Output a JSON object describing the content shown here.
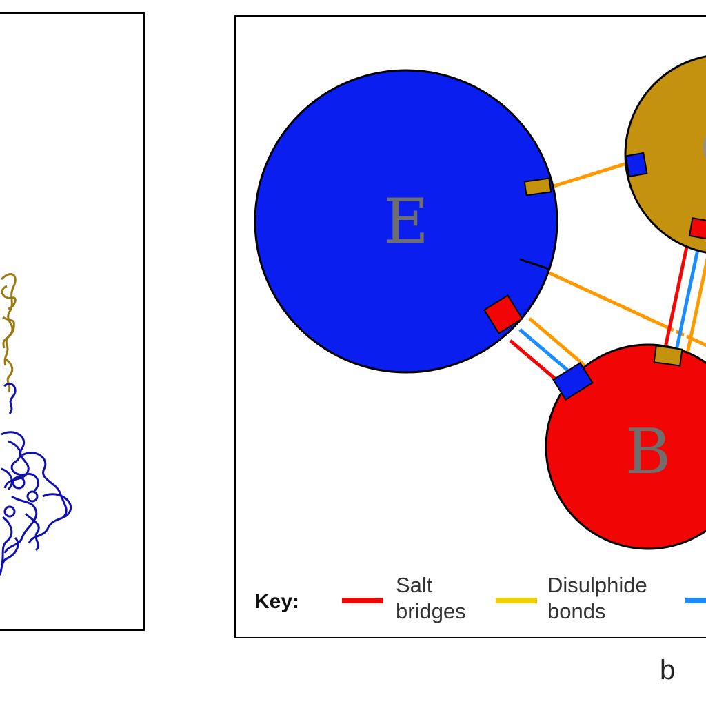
{
  "panel_b": {
    "nodes": [
      {
        "id": "E",
        "label": "E",
        "color": "#0a1ef0"
      },
      {
        "id": "B",
        "label": "B",
        "color": "#f20505"
      },
      {
        "id": "C",
        "label": "",
        "color": "#c4920e"
      }
    ],
    "key": {
      "title": "Key:",
      "items": [
        {
          "label": "Salt\nbridges",
          "color": "#f20505"
        },
        {
          "label": "Disulphide\nbonds",
          "color": "#f2d000"
        },
        {
          "label": "",
          "color": "#1a8cff"
        }
      ]
    }
  },
  "panel_letter": "b",
  "colors": {
    "interface_orange": "#ff9900",
    "protein_gold": "#9a7a10",
    "protein_blue": "#1010b0"
  }
}
